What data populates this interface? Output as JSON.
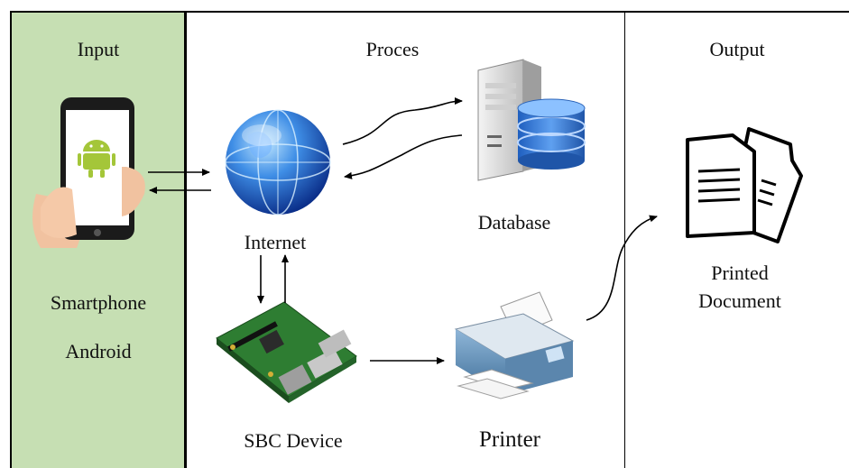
{
  "columns": {
    "input": {
      "title": "Input"
    },
    "process": {
      "title": "Proces"
    },
    "output": {
      "title": "Output"
    }
  },
  "nodes": {
    "smartphone": {
      "line1": "Smartphone",
      "line2": "Android"
    },
    "internet": {
      "label": "Internet"
    },
    "database": {
      "label": "Database"
    },
    "sbc": {
      "label": "SBC Device"
    },
    "printer": {
      "label": "Printer"
    },
    "document": {
      "line1": "Printed",
      "line2": "Document"
    }
  },
  "colors": {
    "input_column_bg": "#c6dfb3",
    "android_green": "#a4c639",
    "globe_blue": "#2f6fd6",
    "database_blue": "#3a7bd5",
    "board_green": "#2e7d32"
  }
}
